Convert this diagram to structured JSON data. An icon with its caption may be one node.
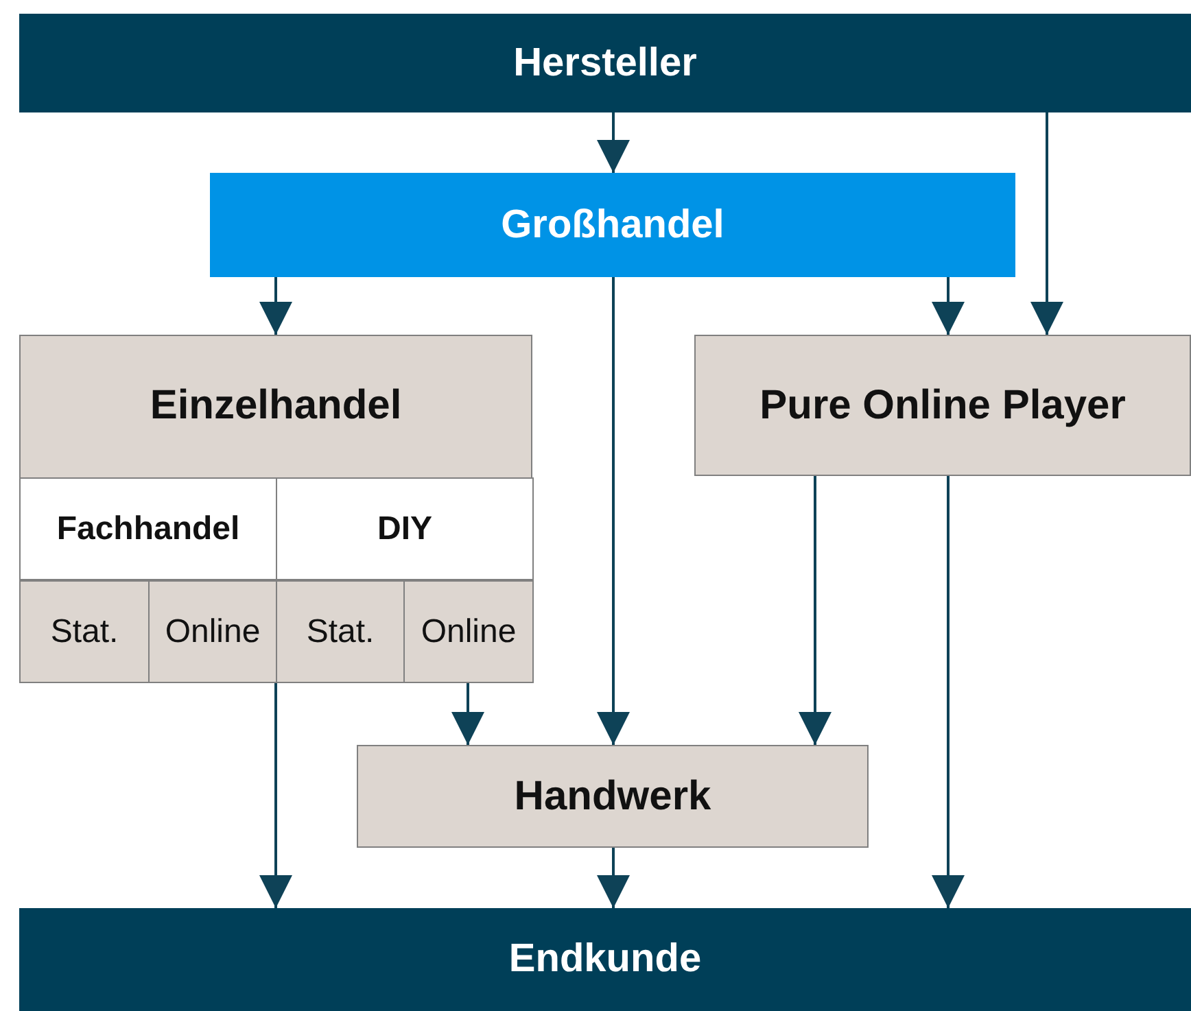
{
  "diagram": {
    "nodes": [
      {
        "text": [
          "Hersteller"
        ]
      },
      {
        "text": [
          "Großhandel"
        ]
      },
      {
        "text": [
          "Einzelhandel"
        ]
      },
      {
        "text": [
          "Fachhandel"
        ],
        "in": 2
      },
      {
        "text": [
          "DIY"
        ],
        "in": 2
      },
      {
        "text": [
          "Stat."
        ],
        "in": 2
      },
      {
        "text": [
          "Online"
        ],
        "in": 2
      },
      {
        "text": [
          "Stat."
        ],
        "in": 2
      },
      {
        "text": [
          "Online"
        ],
        "in": 2
      },
      {
        "text": [
          "Pure Online Player"
        ]
      },
      {
        "text": [
          "Handwerk"
        ]
      },
      {
        "text": [
          "Endkunde"
        ]
      }
    ],
    "edges": [
      {
        "from": 0,
        "to": 1,
        "arrow": "to"
      },
      {
        "from": 0,
        "to": 9,
        "arrow": "to"
      },
      {
        "from": 1,
        "to": 2,
        "arrow": "to"
      },
      {
        "from": 1,
        "to": 10,
        "arrow": "to"
      },
      {
        "from": 1,
        "to": 9,
        "arrow": "to"
      },
      {
        "from": 8,
        "to": 10,
        "arrow": "to"
      },
      {
        "from": 9,
        "to": 10,
        "arrow": "to"
      },
      {
        "from": 2,
        "to": 11,
        "arrow": "to"
      },
      {
        "from": 10,
        "to": 11,
        "arrow": "to"
      },
      {
        "from": 9,
        "to": 11,
        "arrow": "to"
      }
    ]
  }
}
